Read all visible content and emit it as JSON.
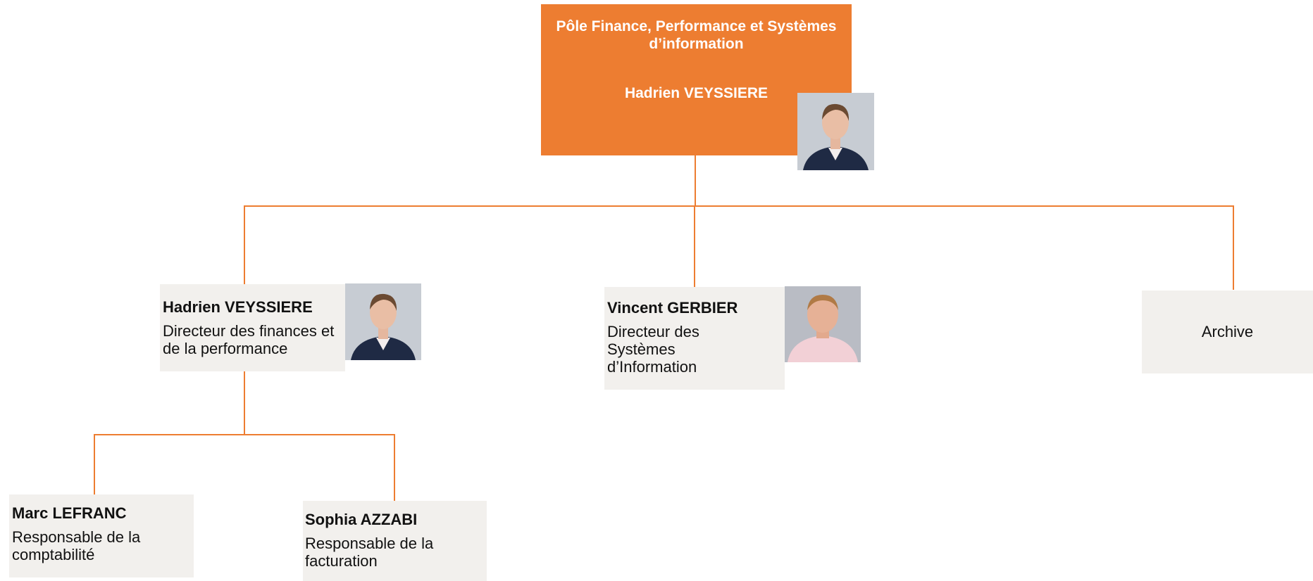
{
  "colors": {
    "accent": "#ED7D31",
    "box_fill": "#F2F0ED",
    "top_text": "#FFFFFF",
    "text": "#111111"
  },
  "top": {
    "pole": "Pôle Finance, Performance et Systèmes d’information",
    "head_name": "Hadrien VEYSSIERE",
    "photo_icon": "person-photo"
  },
  "nodes": {
    "finance": {
      "name": "Hadrien VEYSSIERE",
      "role": "Directeur des finances et de la performance",
      "photo_icon": "person-photo"
    },
    "dsi": {
      "name": "Vincent GERBIER",
      "role": "Directeur des Systèmes d’Information",
      "photo_icon": "person-photo"
    },
    "archive": {
      "label": "Archive"
    },
    "comptabilite": {
      "name": "Marc LEFRANC",
      "role": "Responsable de la comptabilité"
    },
    "facturation": {
      "name": "Sophia AZZABI",
      "role": "Responsable de la facturation"
    }
  }
}
